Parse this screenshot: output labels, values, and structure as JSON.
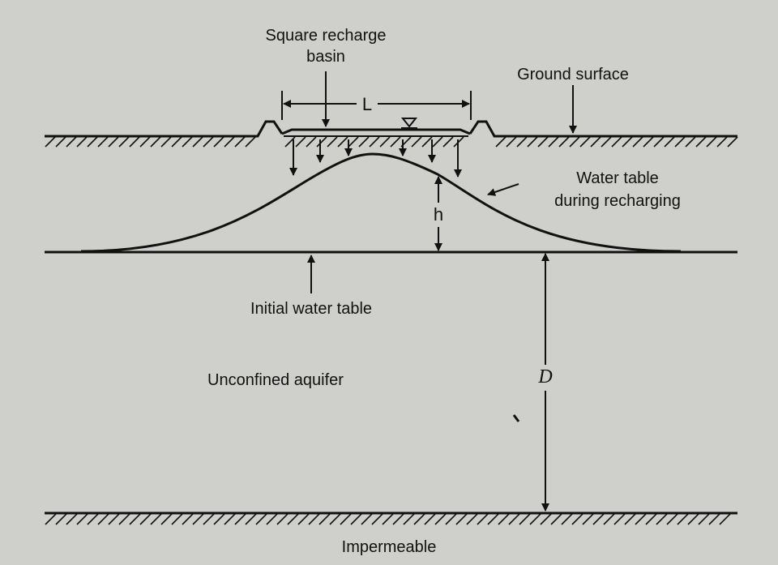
{
  "labels": {
    "basin_line1": "Square recharge",
    "basin_line2": "basin",
    "ground_surface": "Ground surface",
    "water_table_line1": "Water table",
    "water_table_line2": "during recharging",
    "initial_water_table": "Initial water table",
    "aquifer": "Unconfined aquifer",
    "impermeable": "Impermeable"
  },
  "symbols": {
    "L": "L",
    "h": "h",
    "D": "D"
  },
  "colors": {
    "background": "#cfcfcb",
    "ink": "#111111"
  }
}
